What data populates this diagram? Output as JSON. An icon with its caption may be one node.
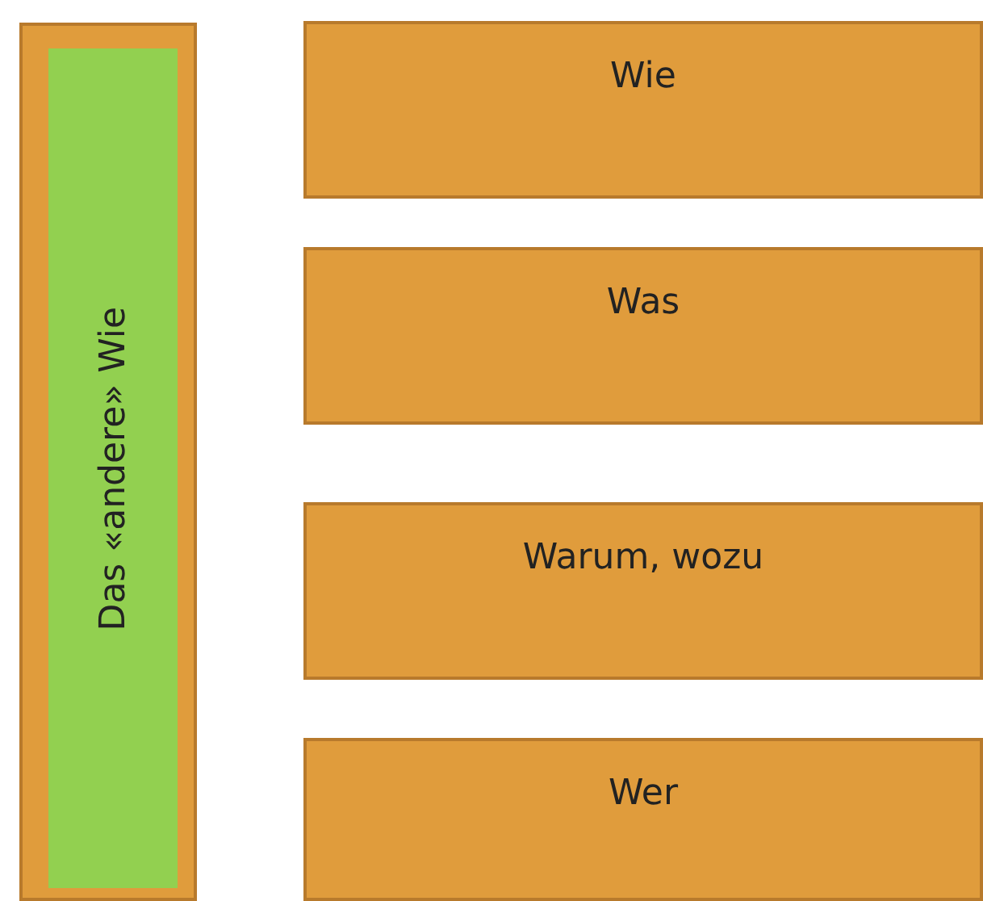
{
  "diagram": {
    "nodes": [
      {
        "text": [],
        "shape": "box"
      },
      {
        "text": [
          "Das «andere» Wie"
        ],
        "in": 0
      },
      {
        "text": [
          "Wie"
        ]
      },
      {
        "text": [
          "Was"
        ]
      },
      {
        "text": [
          "Warum, wozu"
        ]
      },
      {
        "text": [
          "Wer"
        ]
      }
    ],
    "edges": []
  }
}
